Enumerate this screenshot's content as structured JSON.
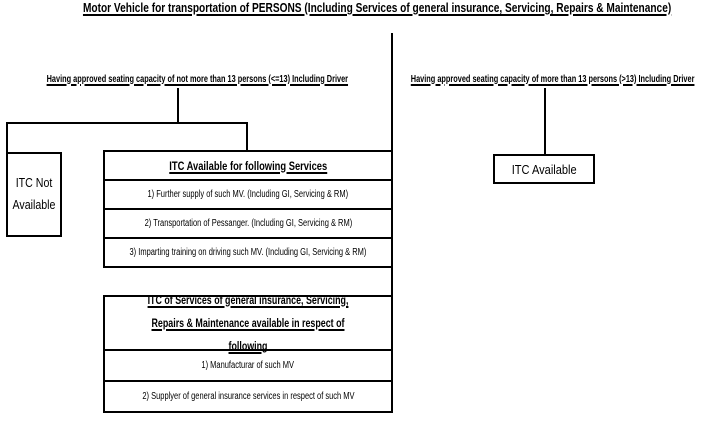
{
  "title": "Motor Vehicle for transportation of PERSONS (Including Services of general insurance, Servicing, Repairs & Maintenance)",
  "left_branch": {
    "heading": "Having approved seating capacity of not more than 13 persons (<=13) Including Driver",
    "itc_not_available": {
      "label": "ITC Not Available"
    },
    "services_table": {
      "header": "ITC Available for following Services",
      "rows": [
        "1) Further supply of such MV. (Including GI, Servicing & RM)",
        "2) Transportation of Pessanger. (Including GI, Servicing & RM)",
        "3) Imparting training on driving such MV. (Including GI, Servicing & RM)"
      ]
    },
    "insurance_table": {
      "header": "ITC of Services of general insurance, Servicing, Repairs & Maintenance available in respect of following",
      "rows": [
        "1) Manufacturar of such MV",
        "2) Supplyer of general insurance services in respect of such MV"
      ]
    }
  },
  "right_branch": {
    "heading": "Having approved seating capacity of more than 13 persons (>13) Including Driver",
    "itc_available": {
      "label": "ITC Available"
    }
  },
  "colors": {
    "background": "#ffffff",
    "line": "#000000",
    "text": "#000000"
  }
}
